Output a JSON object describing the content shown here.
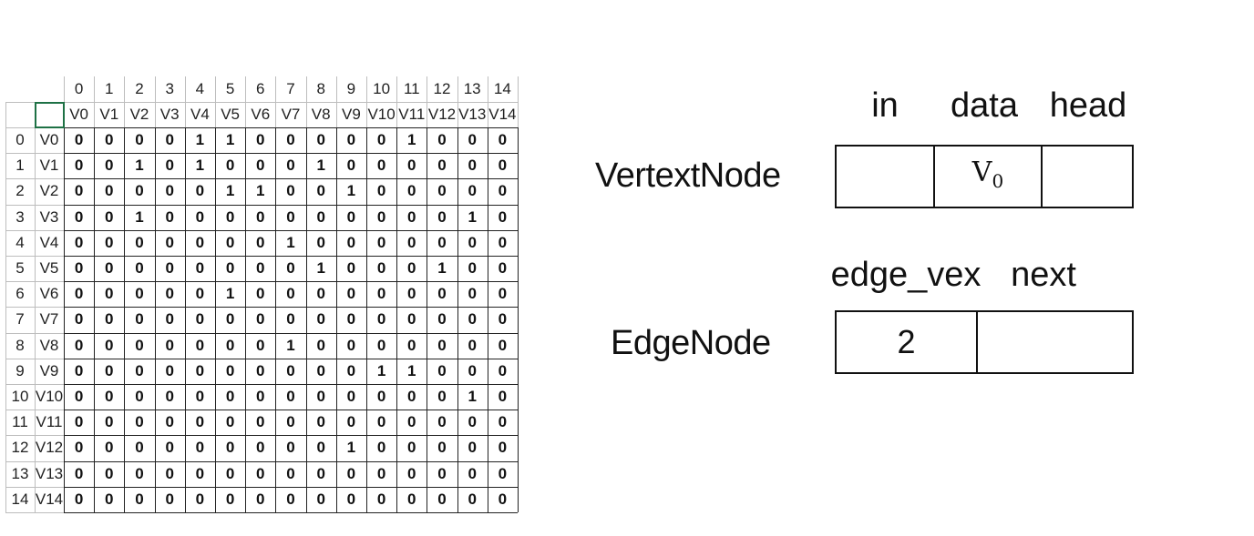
{
  "matrix": {
    "col_indices": [
      "0",
      "1",
      "2",
      "3",
      "4",
      "5",
      "6",
      "7",
      "8",
      "9",
      "10",
      "11",
      "12",
      "13",
      "14"
    ],
    "col_names": [
      "V0",
      "V1",
      "V2",
      "V3",
      "V4",
      "V5",
      "V6",
      "V7",
      "V8",
      "V9",
      "V10",
      "V11",
      "V12",
      "V13",
      "V14"
    ],
    "row_indices": [
      "0",
      "1",
      "2",
      "3",
      "4",
      "5",
      "6",
      "7",
      "8",
      "9",
      "10",
      "11",
      "12",
      "13",
      "14"
    ],
    "row_names": [
      "V0",
      "V1",
      "V2",
      "V3",
      "V4",
      "V5",
      "V6",
      "V7",
      "V8",
      "V9",
      "V10",
      "V11",
      "V12",
      "V13",
      "V14"
    ],
    "rows": [
      [
        "0",
        "0",
        "0",
        "0",
        "1",
        "1",
        "0",
        "0",
        "0",
        "0",
        "0",
        "1",
        "0",
        "0",
        "0"
      ],
      [
        "0",
        "0",
        "1",
        "0",
        "1",
        "0",
        "0",
        "0",
        "1",
        "0",
        "0",
        "0",
        "0",
        "0",
        "0"
      ],
      [
        "0",
        "0",
        "0",
        "0",
        "0",
        "1",
        "1",
        "0",
        "0",
        "1",
        "0",
        "0",
        "0",
        "0",
        "0"
      ],
      [
        "0",
        "0",
        "1",
        "0",
        "0",
        "0",
        "0",
        "0",
        "0",
        "0",
        "0",
        "0",
        "0",
        "1",
        "0"
      ],
      [
        "0",
        "0",
        "0",
        "0",
        "0",
        "0",
        "0",
        "1",
        "0",
        "0",
        "0",
        "0",
        "0",
        "0",
        "0"
      ],
      [
        "0",
        "0",
        "0",
        "0",
        "0",
        "0",
        "0",
        "0",
        "1",
        "0",
        "0",
        "0",
        "1",
        "0",
        "0"
      ],
      [
        "0",
        "0",
        "0",
        "0",
        "0",
        "1",
        "0",
        "0",
        "0",
        "0",
        "0",
        "0",
        "0",
        "0",
        "0"
      ],
      [
        "0",
        "0",
        "0",
        "0",
        "0",
        "0",
        "0",
        "0",
        "0",
        "0",
        "0",
        "0",
        "0",
        "0",
        "0"
      ],
      [
        "0",
        "0",
        "0",
        "0",
        "0",
        "0",
        "0",
        "1",
        "0",
        "0",
        "0",
        "0",
        "0",
        "0",
        "0"
      ],
      [
        "0",
        "0",
        "0",
        "0",
        "0",
        "0",
        "0",
        "0",
        "0",
        "0",
        "1",
        "1",
        "0",
        "0",
        "0"
      ],
      [
        "0",
        "0",
        "0",
        "0",
        "0",
        "0",
        "0",
        "0",
        "0",
        "0",
        "0",
        "0",
        "0",
        "1",
        "0"
      ],
      [
        "0",
        "0",
        "0",
        "0",
        "0",
        "0",
        "0",
        "0",
        "0",
        "0",
        "0",
        "0",
        "0",
        "0",
        "0"
      ],
      [
        "0",
        "0",
        "0",
        "0",
        "0",
        "0",
        "0",
        "0",
        "0",
        "1",
        "0",
        "0",
        "0",
        "0",
        "0"
      ],
      [
        "0",
        "0",
        "0",
        "0",
        "0",
        "0",
        "0",
        "0",
        "0",
        "0",
        "0",
        "0",
        "0",
        "0",
        "0"
      ],
      [
        "0",
        "0",
        "0",
        "0",
        "0",
        "0",
        "0",
        "0",
        "0",
        "0",
        "0",
        "0",
        "0",
        "0",
        "0"
      ]
    ]
  },
  "vertex_node": {
    "label": "VertextNode",
    "fields": [
      "in",
      "data",
      "head"
    ],
    "data_symbol": "V",
    "data_subscript": "0"
  },
  "edge_node": {
    "label": "EdgeNode",
    "fields": [
      "edge_vex",
      "next"
    ],
    "edge_vex_value": "2"
  }
}
